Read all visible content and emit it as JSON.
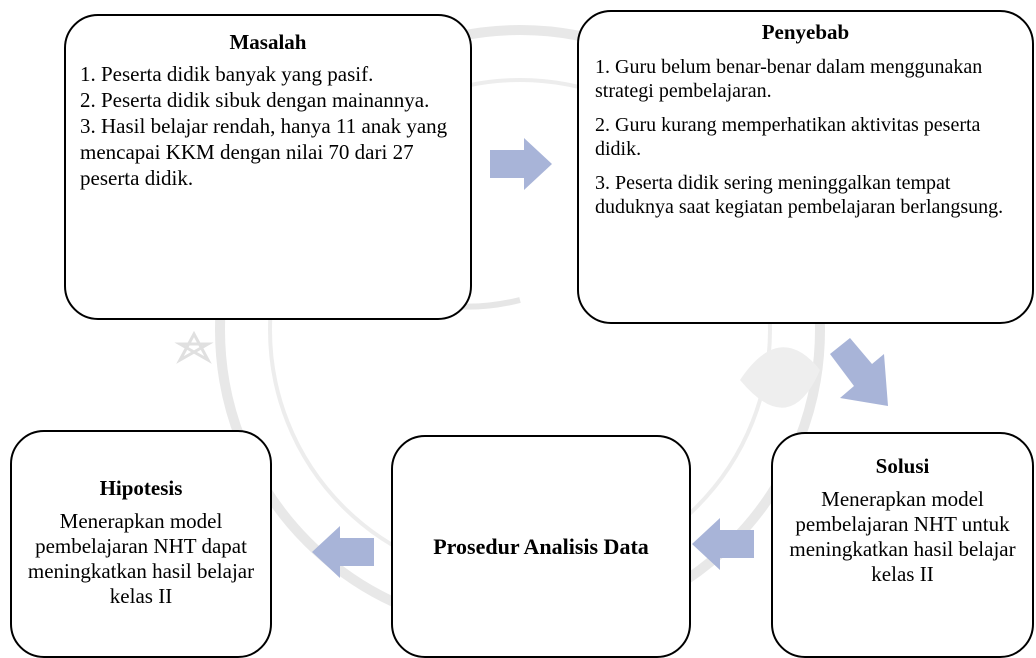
{
  "masalah": {
    "title": "Masalah",
    "items": [
      "1. Peserta didik banyak yang pasif.",
      "2. Peserta didik sibuk dengan mainannya.",
      "3. Hasil belajar rendah, hanya 11 anak yang mencapai KKM dengan nilai 70 dari 27 peserta didik."
    ]
  },
  "penyebab": {
    "title": "Penyebab",
    "items": [
      "1. Guru belum benar-benar dalam menggunakan strategi pembelajaran.",
      "2. Guru kurang memperhatikan aktivitas peserta didik.",
      "3. Peserta didik sering meninggalkan tempat duduknya saat kegiatan pembelajaran berlangsung."
    ]
  },
  "solusi": {
    "title": "Solusi",
    "text": "Menerapkan model pembelajaran NHT untuk meningkatkan hasil belajar kelas II"
  },
  "prosedur": {
    "title": "Prosedur Analisis Data"
  },
  "hipotesis": {
    "title": "Hipotesis",
    "text": "Menerapkan model pembelajaran NHT dapat meningkatkan hasil belajar kelas II"
  },
  "colors": {
    "arrow": "#a8b4d8",
    "border": "#000000",
    "watermark": "#e6e6e6"
  }
}
